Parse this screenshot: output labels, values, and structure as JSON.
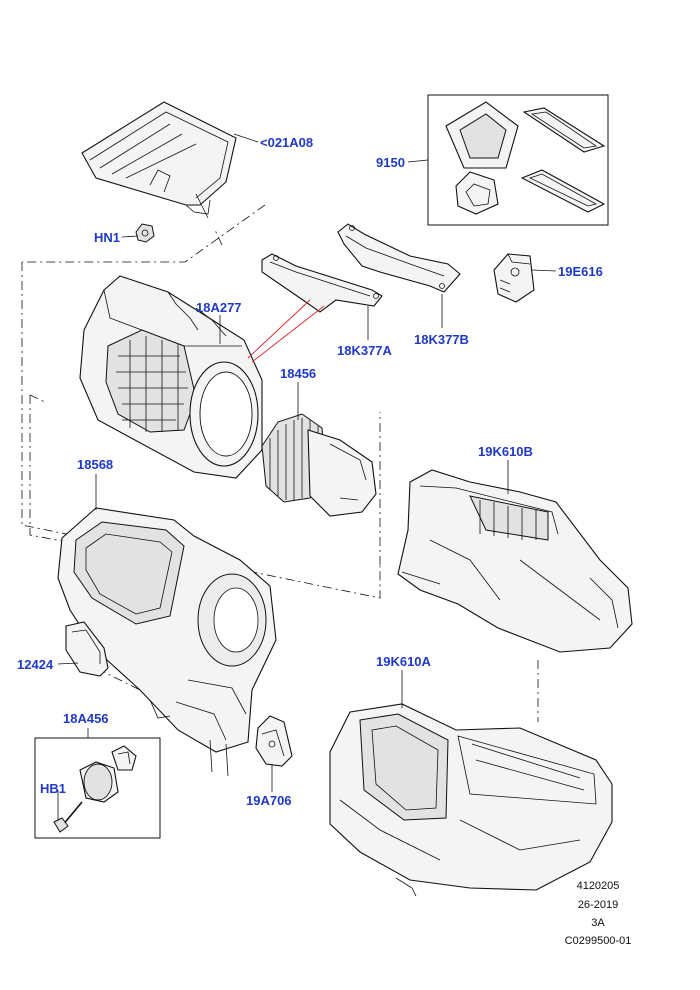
{
  "accent_color": "#1f39c8",
  "callouts": {
    "filter_cover": "<021A08",
    "hn1": "HN1",
    "seal_kit": "9150",
    "actuator_top": "19E616",
    "housing_upper": "18A277",
    "link_a": "18K377A",
    "link_b": "18K377B",
    "blower_motor": "18456",
    "housing_lower": "18568",
    "distribution_top": "19K610B",
    "bracket": "12424",
    "distribution_bottom": "19K610A",
    "isolator_kit": "18A456",
    "hb1": "HB1",
    "actuator_bottom": "19A706"
  },
  "footer": {
    "line1": "4120205",
    "line2": "26-2019",
    "line3": "3A",
    "line4": "C0299500-01"
  }
}
